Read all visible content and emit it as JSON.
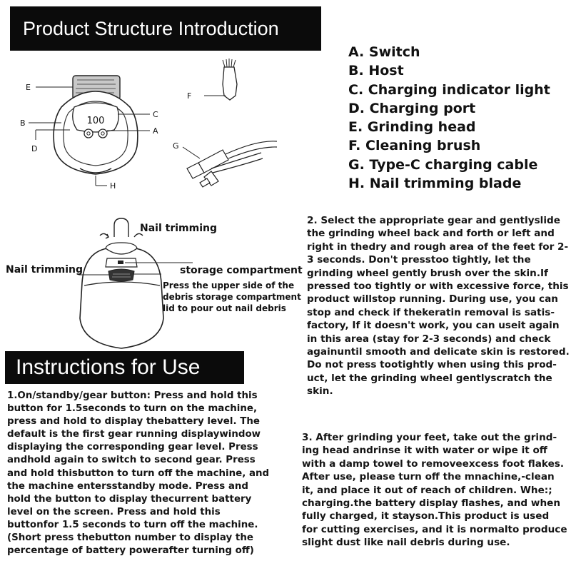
{
  "structure_heading": "Product Structure Introduction",
  "parts": [
    "A. Switch",
    "B. Host",
    "C. Charging indicator light",
    "D. Charging port",
    "E. Grinding head",
    "F. Cleaning brush",
    "G. Type-C charging cable",
    "H. Nail trimming blade"
  ],
  "diagram_labels": {
    "a": "A",
    "b": "B",
    "c": "C",
    "d": "D",
    "e": "E",
    "f": "F",
    "g": "G",
    "h": "H",
    "display": "100"
  },
  "trim_diagram": {
    "nail_trimming_top": "Nail trimming",
    "nail_trimming_left": "Nail trimming",
    "storage": "storage compartment",
    "note_line1": "Press the upper side of the",
    "note_line2": "debris storage compartment",
    "note_line3": "lid to pour out nail debris"
  },
  "instructions_heading": "Instructions for Use",
  "para_1": "1.On/standby/gear button: Press and hold this button for 1.5seconds to turn on the machine, press and hold to display thebattery level. The default is the first gear running displaywindow displaying the corresponding gear level. Press andhold again to switch to second gear. Press and hold thisbutton to turn off the machine, and the machine entersstandby mode. Press and hold the button to display thecurrent battery level on the screen. Press and hold this buttonfor 1.5 seconds to turn off the machine.(Short press thebutton number to display the percentage of battery powerafter turning off)",
  "para_2": "2. Select the appropriate gear and gentlyslide the grinding wheel back and forth or left and right in thedry and rough area of the feet for 2-3 seconds. Don't presstoo tightly, let the grinding wheel gently brush over the skin.If pressed too tightly or with excessive force, this product willstop running. During use, you can stop and check if thekeratin removal is satis-factory, If it doesn't work, you can useit again in this area (stay for 2-3 seconds) and check againuntil smooth and delicate skin is restored. Do not press tootightly when using this prod-uct, let the grinding wheel gentlyscratch the skin.",
  "para_3": "3. After grinding your feet, take out the grind-ing head andrinse it with water or wipe it off with a damp towel to removeexcess foot flakes. After use, please turn off the mnachine,-clean it, and place it out of reach of children. Whe:; charging.the battery display flashes, and when fully charged, it stayson.This product is used for cutting exercises, and it is normalto produce slight dust like nail debris during use."
}
